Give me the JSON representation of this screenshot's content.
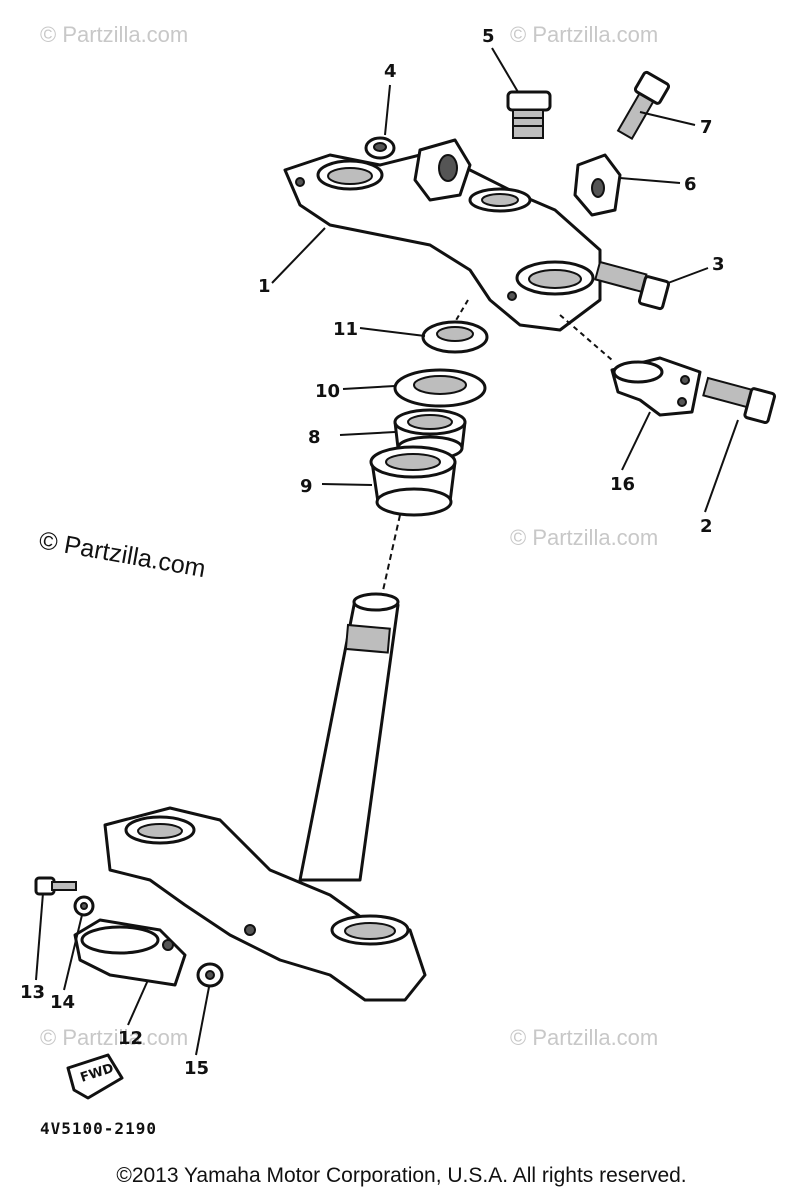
{
  "watermarks": {
    "w1": "© Partzilla.com",
    "w2": "© Partzilla.com",
    "w3": "© Partzilla.com",
    "w4": "© Partzilla.com",
    "w5": "© Partzilla.com",
    "main": "© Partzilla.com"
  },
  "callouts": {
    "c1": "1",
    "c2": "2",
    "c3": "3",
    "c4": "4",
    "c5": "5",
    "c6": "6",
    "c7": "7",
    "c8": "8",
    "c9": "9",
    "c10": "10",
    "c11": "11",
    "c12": "12",
    "c13": "13",
    "c14": "14",
    "c15": "15",
    "c16": "16"
  },
  "fwd_mark": "FWD",
  "diagram_code": "4V5100-2190",
  "copyright": "©2013 Yamaha Motor Corporation, U.S.A. All rights reserved."
}
